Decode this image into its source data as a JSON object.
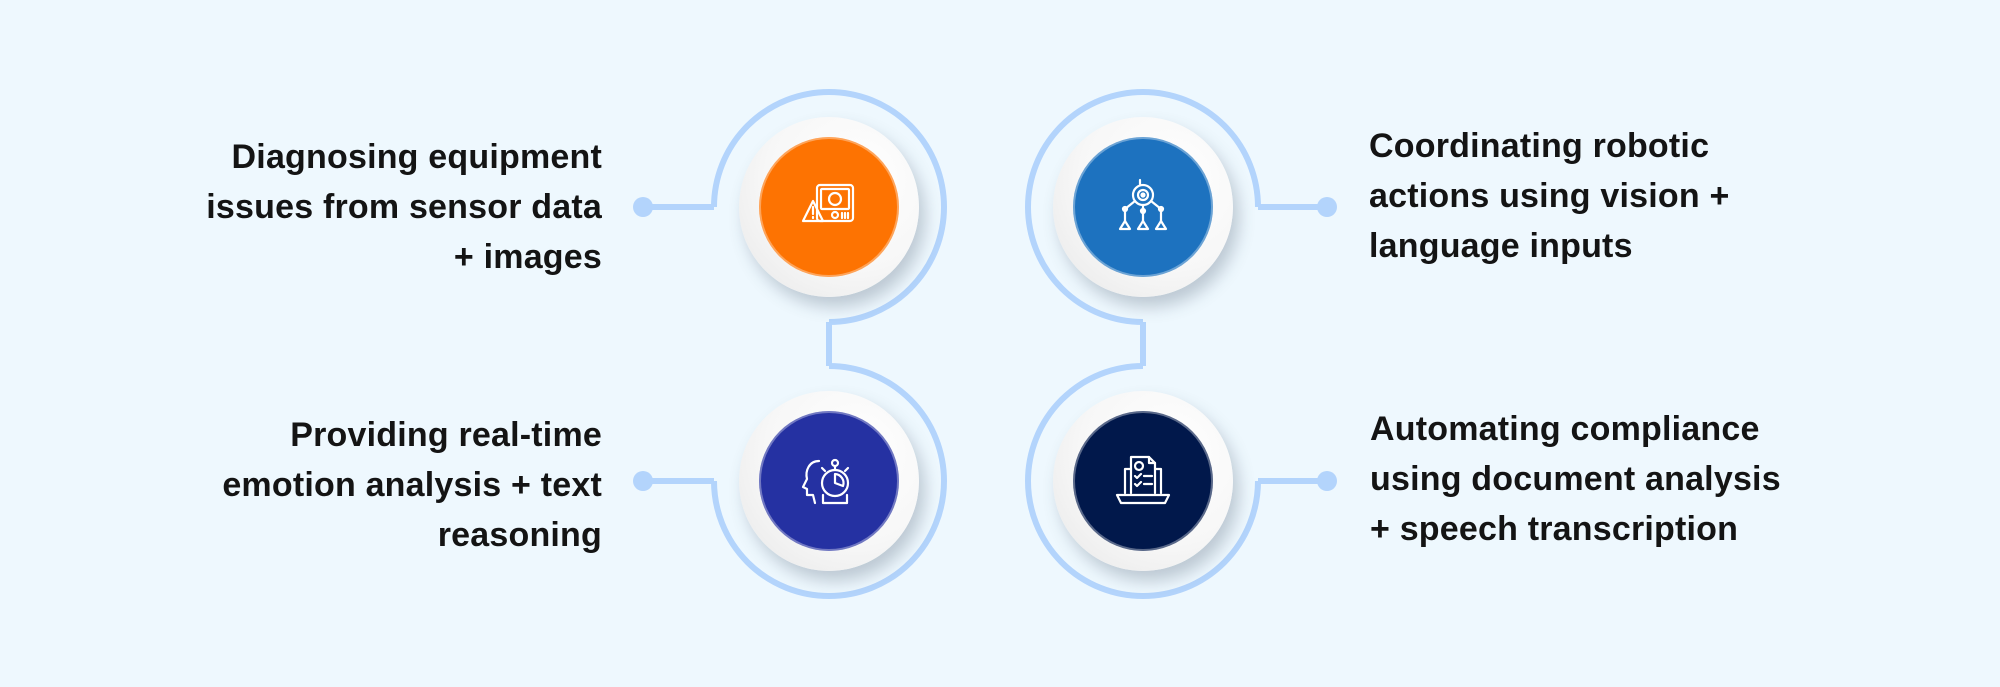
{
  "colors": {
    "background": "#eef8fe",
    "connector": "#b3d4fc",
    "text": "#141414",
    "node_orange": "#fd7302",
    "node_blue": "#1d72bf",
    "node_indigo": "#2531a2",
    "node_navy": "#01184b"
  },
  "items": [
    {
      "position": "top-left",
      "icon": "equipment-warning-icon",
      "color": "#fd7302",
      "lines": [
        "Diagnosing equipment",
        "issues from sensor data",
        "+ images"
      ]
    },
    {
      "position": "top-right",
      "icon": "robot-icon",
      "color": "#1d72bf",
      "lines": [
        "Coordinating robotic",
        "actions using vision +",
        "language inputs"
      ]
    },
    {
      "position": "bottom-left",
      "icon": "head-emotion-gauge-icon",
      "color": "#2531a2",
      "lines": [
        "Providing real-time",
        "emotion analysis + text",
        "reasoning"
      ]
    },
    {
      "position": "bottom-right",
      "icon": "document-compliance-laptop-icon",
      "color": "#01184b",
      "lines": [
        "Automating compliance",
        "using document analysis",
        "+ speech transcription"
      ]
    }
  ]
}
